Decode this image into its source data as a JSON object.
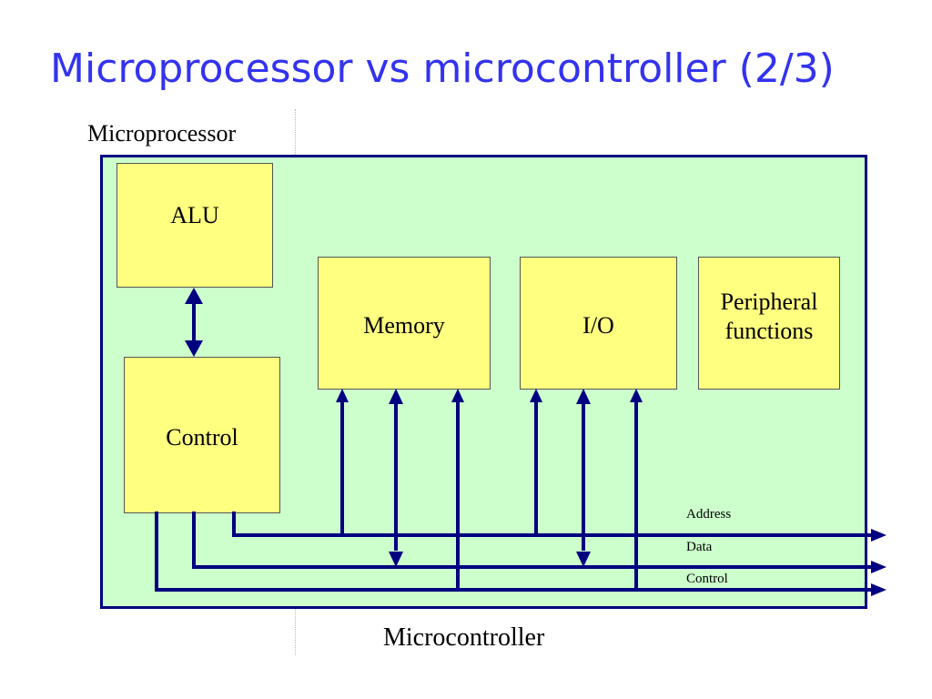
{
  "slide": {
    "title": "Microprocessor vs microcontroller (2/3)"
  },
  "diagram": {
    "labels": {
      "microprocessor": "Microprocessor",
      "microcontroller": "Microcontroller"
    },
    "blocks": {
      "alu": "ALU",
      "control": "Control",
      "memory": "Memory",
      "io": "I/O",
      "peripheral_line1": "Peripheral",
      "peripheral_line2": "functions"
    },
    "buses": {
      "address": "Address",
      "data": "Data",
      "control": "Control"
    },
    "colors": {
      "title": "#3333ee",
      "chip_fill": "#ccffcc",
      "chip_border": "#000080",
      "block_fill": "#ffff80",
      "wire": "#000080"
    }
  }
}
